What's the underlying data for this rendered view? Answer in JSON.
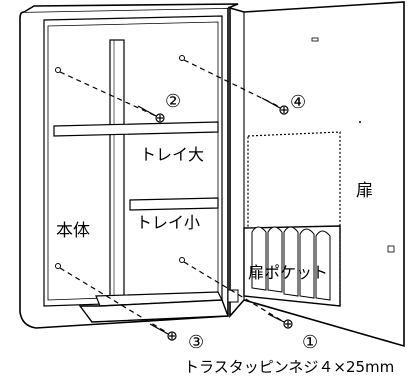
{
  "labels": {
    "body": "本体",
    "tray_large": "トレイ大",
    "tray_small": "トレイ小",
    "door": "扉",
    "door_pocket": "扉ポケット",
    "screw_caption": "トラスタッピンネジ４×25mm"
  },
  "screw_markers": [
    "①",
    "②",
    "③",
    "④"
  ]
}
